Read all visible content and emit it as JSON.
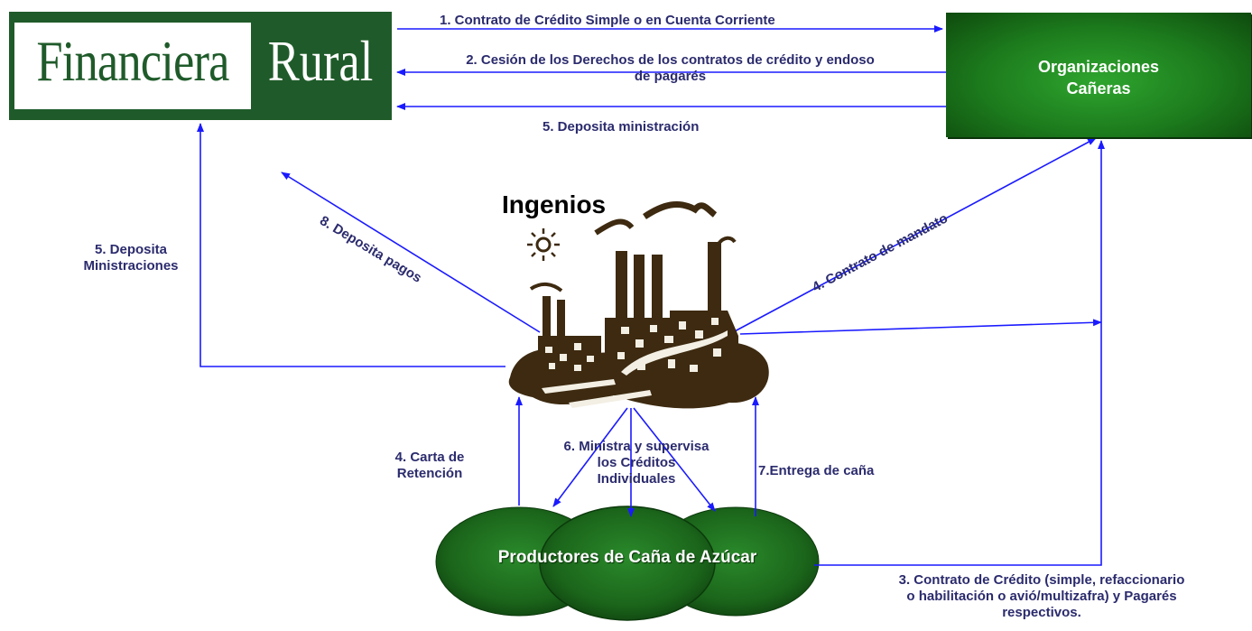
{
  "entities": {
    "financiera_word1": "Financiera",
    "financiera_word2": "Rural",
    "organizaciones_line1": "Organizaciones",
    "organizaciones_line2": "Cañeras",
    "ingenios": "Ingenios",
    "productores": "Productores de Caña de Azúcar"
  },
  "arrows": {
    "a1": "1. Contrato de Crédito Simple o en Cuenta Corriente",
    "a2_line1": "2. Cesión de los Derechos de los contratos de crédito y endoso",
    "a2_line2": "de pagarés",
    "a5_top": "5. Deposita ministración",
    "a5_left_line1": "5. Deposita",
    "a5_left_line2": "Ministraciones",
    "a8": "8. Deposita pagos",
    "a4_mandato": "4. Contrato de mandato",
    "a4_carta_line1": "4. Carta de",
    "a4_carta_line2": "Retención",
    "a6_line1": "6. Ministra y supervisa",
    "a6_line2": "los Créditos",
    "a6_line3": "Individuales",
    "a7": "7.Entrega de caña",
    "a3_line1": "3. Contrato de Crédito (simple, refaccionario",
    "a3_line2": "o habilitación o avió/multizafra)  y Pagarés",
    "a3_line3": "respectivos."
  },
  "colors": {
    "arrow": "#1a1aff",
    "label": "#2b2b6e",
    "financiera_green": "#1f5b2a",
    "org_green": "#1c7a1c",
    "productores_green": "#1e6b1e",
    "factory_brown": "#3d2a10"
  }
}
